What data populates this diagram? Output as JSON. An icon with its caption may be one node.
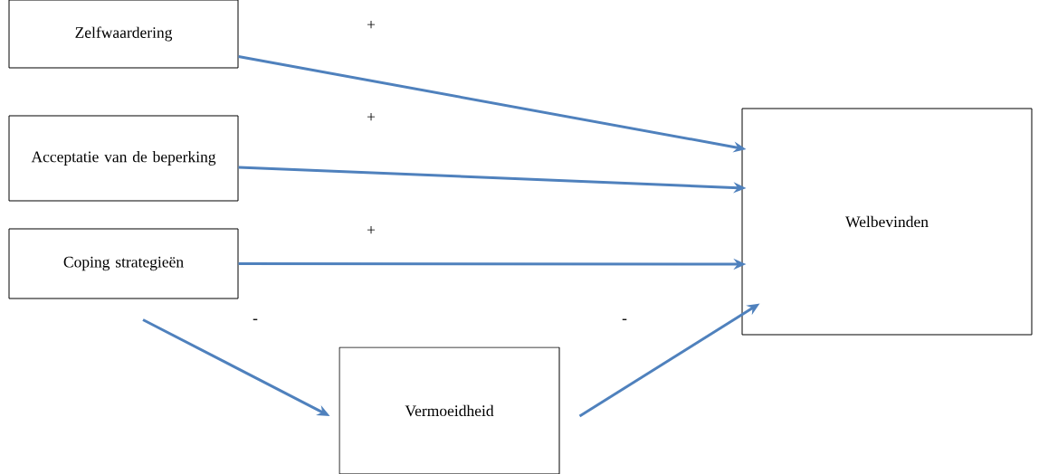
{
  "diagram": {
    "nodes": [
      {
        "text": [
          "Zelfwaardering"
        ]
      },
      {
        "text": [
          "Acceptatie van de beperking"
        ]
      },
      {
        "text": [
          "Coping strategieën"
        ]
      },
      {
        "text": [
          "Welbevinden"
        ]
      },
      {
        "text": [
          "Vermoeidheid"
        ]
      }
    ],
    "edges": [
      {
        "from": 0,
        "to": 3,
        "arrow": "to",
        "label": "+"
      },
      {
        "from": 1,
        "to": 3,
        "arrow": "to",
        "label": "+"
      },
      {
        "from": 2,
        "to": 3,
        "arrow": "to",
        "label": "+"
      },
      {
        "from": 2,
        "to": 4,
        "arrow": "to",
        "label": "-"
      },
      {
        "from": 4,
        "to": 3,
        "arrow": "to",
        "label": "-"
      }
    ]
  }
}
